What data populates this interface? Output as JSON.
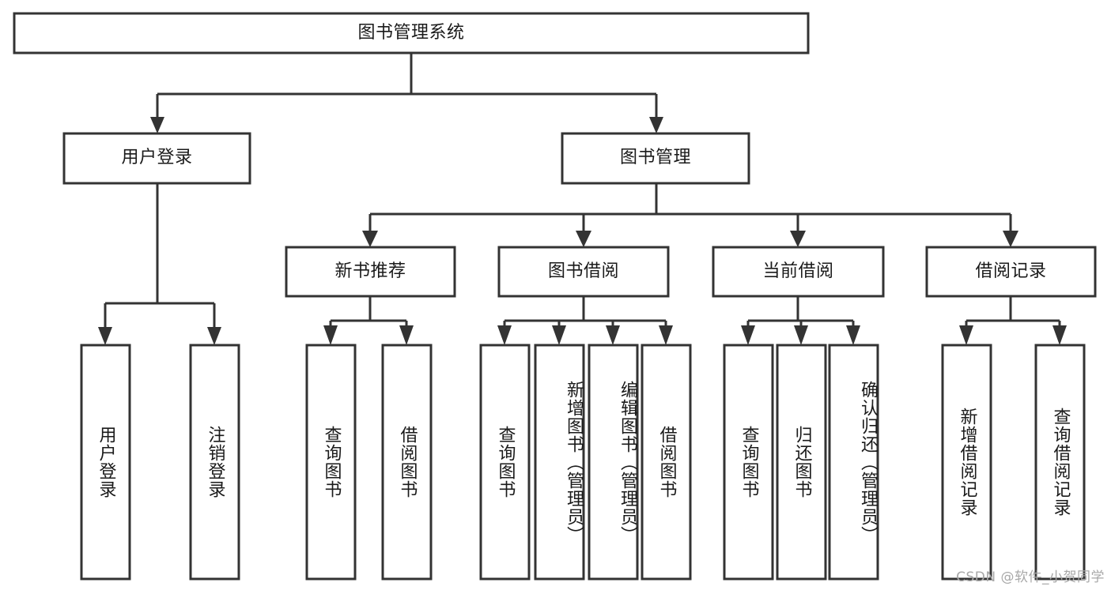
{
  "diagram": {
    "type": "tree",
    "title": "图书管理系统",
    "watermark": "CSDN @软件_小贺同学",
    "levels": {
      "root": {
        "label": "图书管理系统"
      },
      "level2": [
        {
          "id": "user-login",
          "label": "用户登录"
        },
        {
          "id": "book-manage",
          "label": "图书管理"
        }
      ],
      "level3": [
        {
          "id": "new-book-rec",
          "label": "新书推荐",
          "parent": "book-manage"
        },
        {
          "id": "book-borrow",
          "label": "图书借阅",
          "parent": "book-manage"
        },
        {
          "id": "current-borrow",
          "label": "当前借阅",
          "parent": "book-manage"
        },
        {
          "id": "borrow-record",
          "label": "借阅记录",
          "parent": "book-manage"
        }
      ],
      "leaves": [
        {
          "id": "leaf-user-login",
          "label": "用户登录",
          "parent": "user-login"
        },
        {
          "id": "leaf-user-logout",
          "label": "注销登录",
          "parent": "user-login"
        },
        {
          "id": "leaf-query-book-1",
          "label": "查询图书",
          "parent": "new-book-rec"
        },
        {
          "id": "leaf-borrow-book-1",
          "label": "借阅图书",
          "parent": "new-book-rec"
        },
        {
          "id": "leaf-query-book-2",
          "label": "查询图书",
          "parent": "book-borrow"
        },
        {
          "id": "leaf-add-book",
          "label": "新增图书（管理员）",
          "parent": "book-borrow"
        },
        {
          "id": "leaf-edit-book",
          "label": "编辑图书（管理员）",
          "parent": "book-borrow"
        },
        {
          "id": "leaf-borrow-book-2",
          "label": "借阅图书",
          "parent": "book-borrow"
        },
        {
          "id": "leaf-query-book-3",
          "label": "查询图书",
          "parent": "current-borrow"
        },
        {
          "id": "leaf-return-book",
          "label": "归还图书",
          "parent": "current-borrow"
        },
        {
          "id": "leaf-confirm-return",
          "label": "确认归还（管理员）",
          "parent": "current-borrow"
        },
        {
          "id": "leaf-add-record",
          "label": "新增借阅记录",
          "parent": "borrow-record"
        },
        {
          "id": "leaf-query-record",
          "label": "查询借阅记录",
          "parent": "borrow-record"
        }
      ]
    },
    "colors": {
      "stroke": "#333333",
      "box_fill": "#ffffff",
      "text": "#1a1a1a",
      "watermark": "#a8a8a8",
      "background": "#ffffff"
    }
  }
}
